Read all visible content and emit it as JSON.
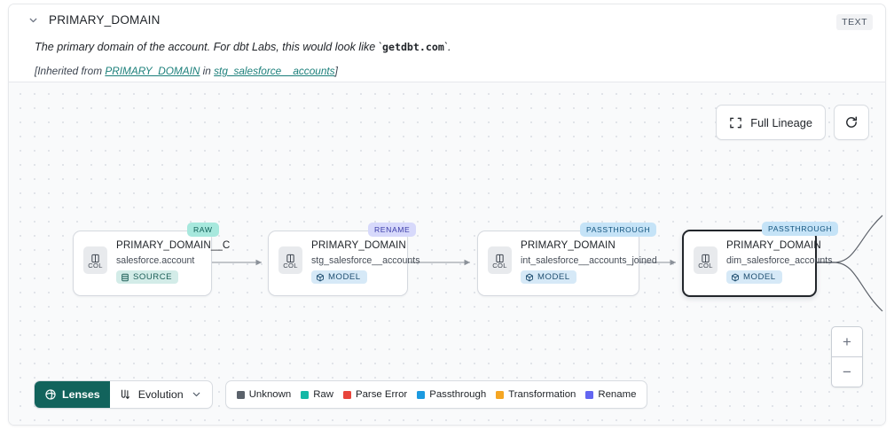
{
  "header": {
    "chevron_icon": "chevron-down-icon",
    "title": "PRIMARY_DOMAIN",
    "type_badge": "TEXT",
    "description_prefix": "The primary domain of the account. For dbt Labs, this would look like `",
    "description_code": "getdbt.com",
    "description_suffix": "`.",
    "inherited_open": "[Inherited from ",
    "inherited_link1": "PRIMARY_DOMAIN",
    "inherited_mid": " in ",
    "inherited_link2": "stg_salesforce__accounts",
    "inherited_close": "]"
  },
  "controls": {
    "full_lineage_label": "Full Lineage",
    "full_lineage_icon": "expand-icon",
    "refresh_icon": "refresh-icon",
    "zoom_in_label": "+",
    "zoom_out_label": "−"
  },
  "graph": {
    "nodes": [
      {
        "name": "PRIMARY_DOMAIN__C",
        "source": "salesforce.account",
        "chip_label": "COL",
        "chip_icon": "columns-icon",
        "type_badge": "SOURCE",
        "type_icon": "database-icon",
        "kind_badge": "RAW",
        "selected": false
      },
      {
        "name": "PRIMARY_DOMAIN",
        "source": "stg_salesforce__accounts",
        "chip_label": "COL",
        "chip_icon": "columns-icon",
        "type_badge": "MODEL",
        "type_icon": "cube-icon",
        "kind_badge": "RENAME",
        "selected": false
      },
      {
        "name": "PRIMARY_DOMAIN",
        "source": "int_salesforce__accounts_joined",
        "chip_label": "COL",
        "chip_icon": "columns-icon",
        "type_badge": "MODEL",
        "type_icon": "cube-icon",
        "kind_badge": "PASSTHROUGH",
        "selected": false
      },
      {
        "name": "PRIMARY_DOMAIN",
        "source": "dim_salesforce_accounts",
        "chip_label": "COL",
        "chip_icon": "columns-icon",
        "type_badge": "MODEL",
        "type_icon": "cube-icon",
        "kind_badge": "PASSTHROUGH",
        "selected": true
      }
    ]
  },
  "toolbar": {
    "lenses_label": "Lenses",
    "lenses_icon": "lens-icon",
    "evolution_label": "Evolution",
    "evolution_icon": "evolution-icon",
    "evolution_chevron": "chevron-down-icon",
    "legend": [
      {
        "label": "Unknown",
        "color": "#5b626b"
      },
      {
        "label": "Raw",
        "color": "#14b8a6"
      },
      {
        "label": "Parse Error",
        "color": "#e8453c"
      },
      {
        "label": "Passthrough",
        "color": "#1c9ae0"
      },
      {
        "label": "Transformation",
        "color": "#f5a623"
      },
      {
        "label": "Rename",
        "color": "#6366f1"
      }
    ]
  },
  "colors": {
    "accent_teal": "#12635c",
    "link_teal": "#1b7f7a",
    "canvas_bg": "#f9fafb"
  }
}
